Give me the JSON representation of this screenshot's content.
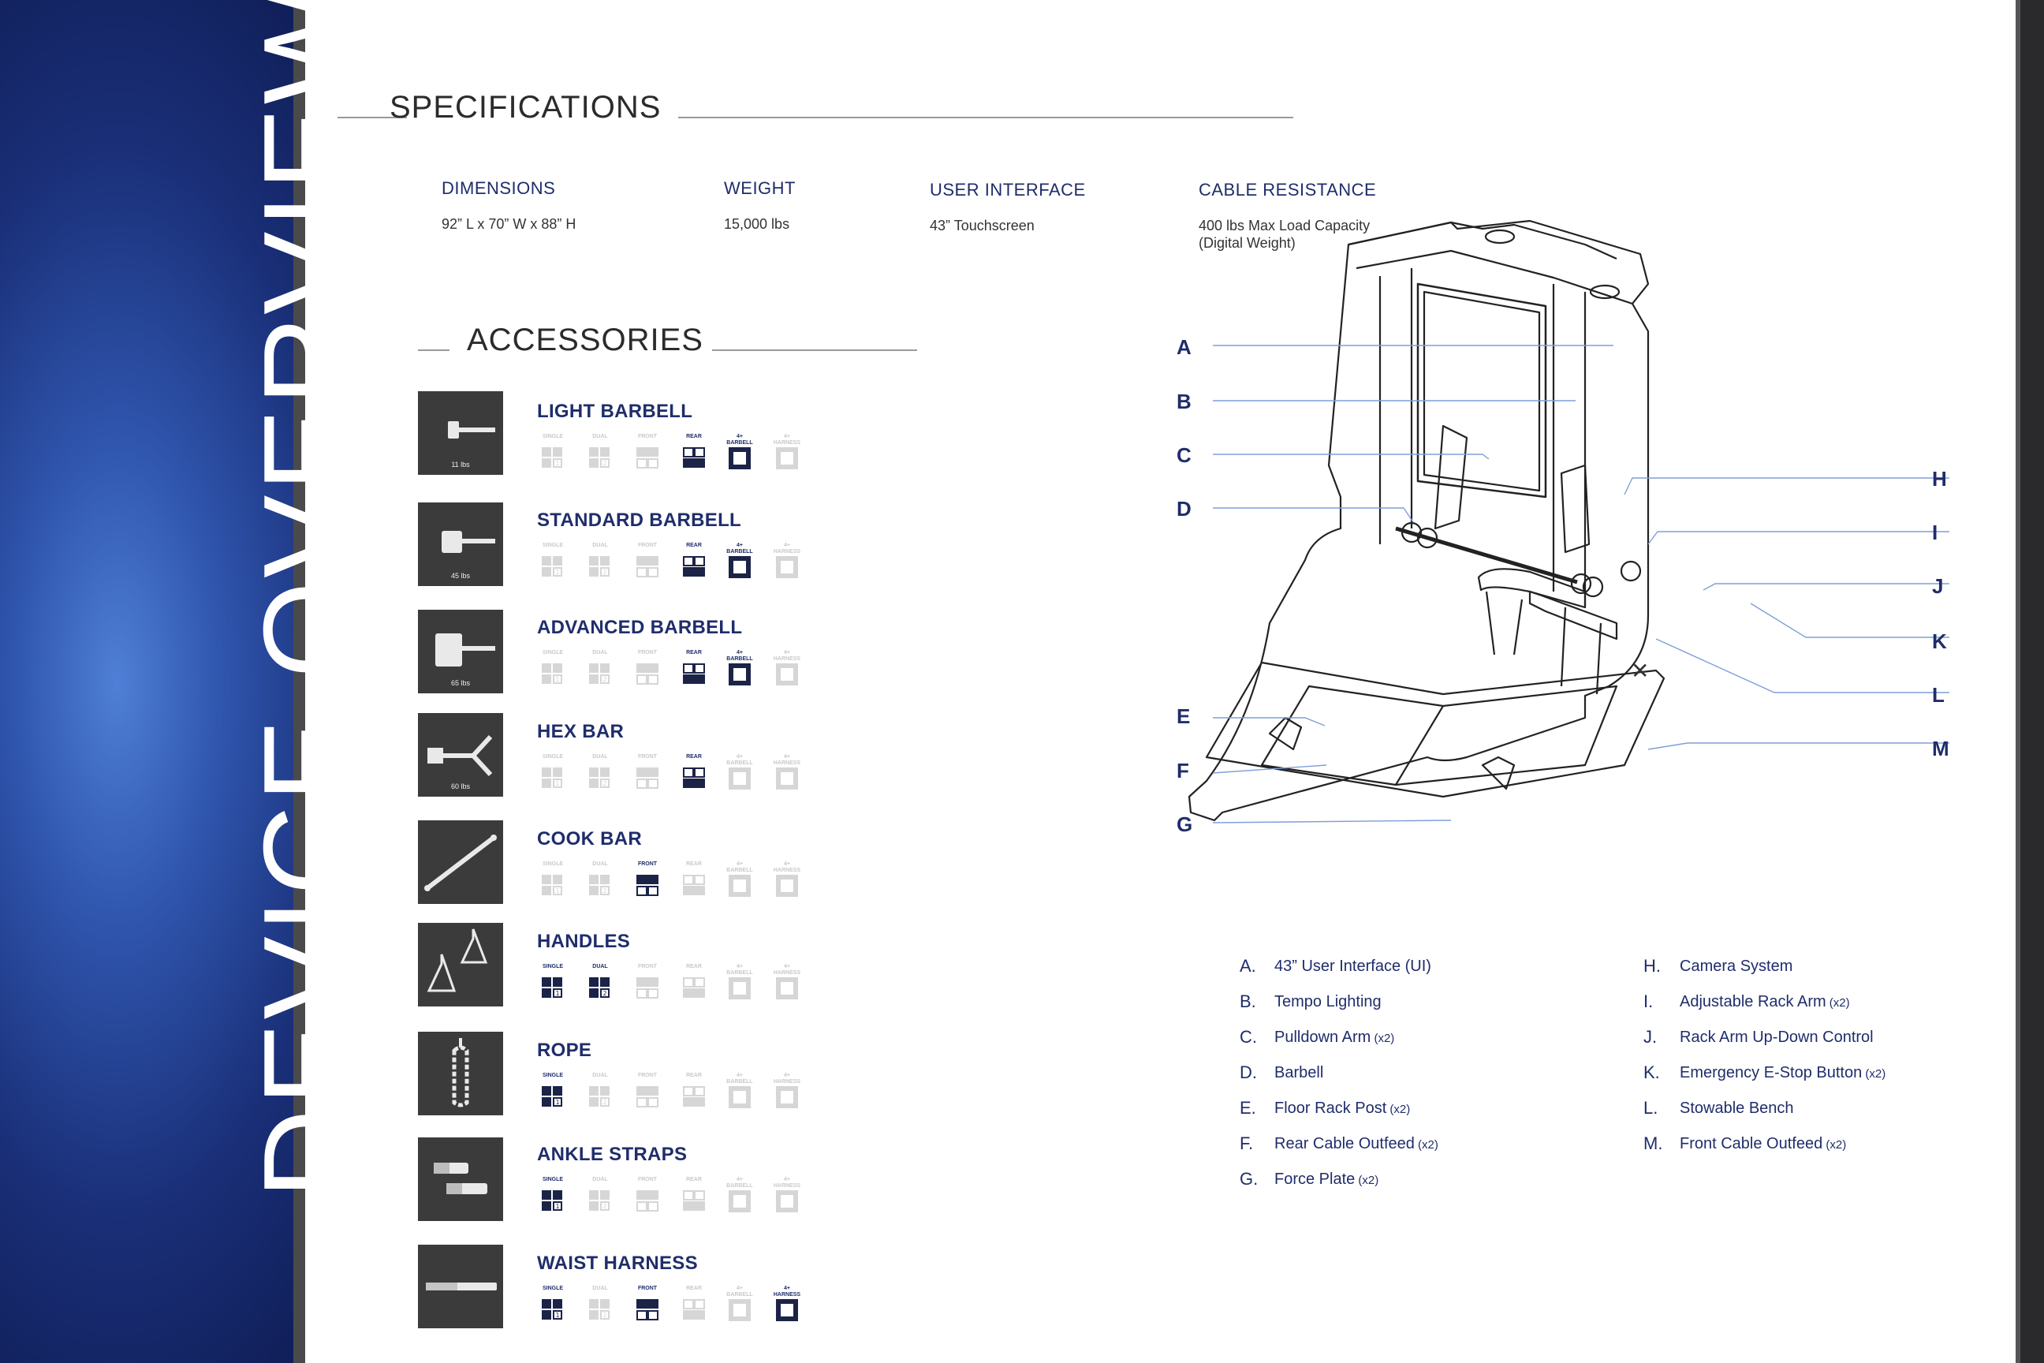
{
  "sidebar": {
    "title": "DEVICE OVERVIEW"
  },
  "specifications": {
    "title": "SPECIFICATIONS",
    "items": [
      {
        "label": "DIMENSIONS",
        "value": "92” L  x  70” W  x  88” H"
      },
      {
        "label": "WEIGHT",
        "value": "15,000 lbs"
      },
      {
        "label": "USER INTERFACE",
        "value": "43” Touchscreen"
      },
      {
        "label": "CABLE RESISTANCE",
        "value": "400 lbs Max Load Capacity",
        "value2": "(Digital Weight)"
      }
    ]
  },
  "accessories": {
    "title": "ACCESSORIES",
    "badge_labels": [
      "SINGLE",
      "DUAL",
      "FRONT",
      "REAR",
      "4+ BARBELL",
      "4+ HARNESS"
    ],
    "items": [
      {
        "name": "LIGHT BARBELL",
        "weight": "11 lbs",
        "icon": "light-barbell-icon",
        "active": [
          false,
          false,
          false,
          true,
          true,
          false
        ]
      },
      {
        "name": "STANDARD BARBELL",
        "weight": "45 lbs",
        "icon": "standard-barbell-icon",
        "active": [
          false,
          false,
          false,
          true,
          true,
          false
        ]
      },
      {
        "name": "ADVANCED BARBELL",
        "weight": "65 lbs",
        "icon": "advanced-barbell-icon",
        "active": [
          false,
          false,
          false,
          true,
          true,
          false
        ]
      },
      {
        "name": "HEX BAR",
        "weight": "60 lbs",
        "icon": "hex-bar-icon",
        "active": [
          false,
          false,
          false,
          true,
          false,
          false
        ]
      },
      {
        "name": "COOK BAR",
        "weight": "",
        "icon": "cook-bar-icon",
        "active": [
          false,
          false,
          true,
          false,
          false,
          false
        ]
      },
      {
        "name": "HANDLES",
        "weight": "",
        "icon": "handles-icon",
        "active": [
          true,
          true,
          false,
          false,
          false,
          false
        ]
      },
      {
        "name": "ROPE",
        "weight": "",
        "icon": "rope-icon",
        "active": [
          true,
          false,
          false,
          false,
          false,
          false
        ]
      },
      {
        "name": "ANKLE STRAPS",
        "weight": "",
        "icon": "ankle-straps-icon",
        "active": [
          true,
          false,
          false,
          false,
          false,
          false
        ]
      },
      {
        "name": "WAIST HARNESS",
        "weight": "",
        "icon": "waist-harness-icon",
        "active": [
          true,
          false,
          true,
          false,
          false,
          true
        ]
      }
    ]
  },
  "diagram": {
    "callouts_left": [
      "A",
      "B",
      "C",
      "D",
      "E",
      "F",
      "G"
    ],
    "callouts_right": [
      "H",
      "I",
      "J",
      "K",
      "L",
      "M"
    ]
  },
  "legend": {
    "left": [
      {
        "letter": "A.",
        "text": "43” User Interface (UI)",
        "note": ""
      },
      {
        "letter": "B.",
        "text": "Tempo Lighting",
        "note": ""
      },
      {
        "letter": "C.",
        "text": "Pulldown Arm",
        "note": "(x2)"
      },
      {
        "letter": "D.",
        "text": "Barbell",
        "note": ""
      },
      {
        "letter": "E.",
        "text": "Floor Rack Post",
        "note": "(x2)"
      },
      {
        "letter": "F.",
        "text": "Rear Cable Outfeed",
        "note": "(x2)"
      },
      {
        "letter": "G.",
        "text": "Force Plate",
        "note": "(x2)"
      }
    ],
    "right": [
      {
        "letter": "H.",
        "text": "Camera System",
        "note": ""
      },
      {
        "letter": "I.",
        "text": "Adjustable Rack Arm",
        "note": "(x2)"
      },
      {
        "letter": "J.",
        "text": "Rack Arm Up-Down Control",
        "note": ""
      },
      {
        "letter": "K.",
        "text": "Emergency E-Stop Button",
        "note": "(x2)"
      },
      {
        "letter": "L.",
        "text": "Stowable Bench",
        "note": ""
      },
      {
        "letter": "M.",
        "text": "Front Cable Outfeed",
        "note": "(x2)"
      }
    ]
  }
}
